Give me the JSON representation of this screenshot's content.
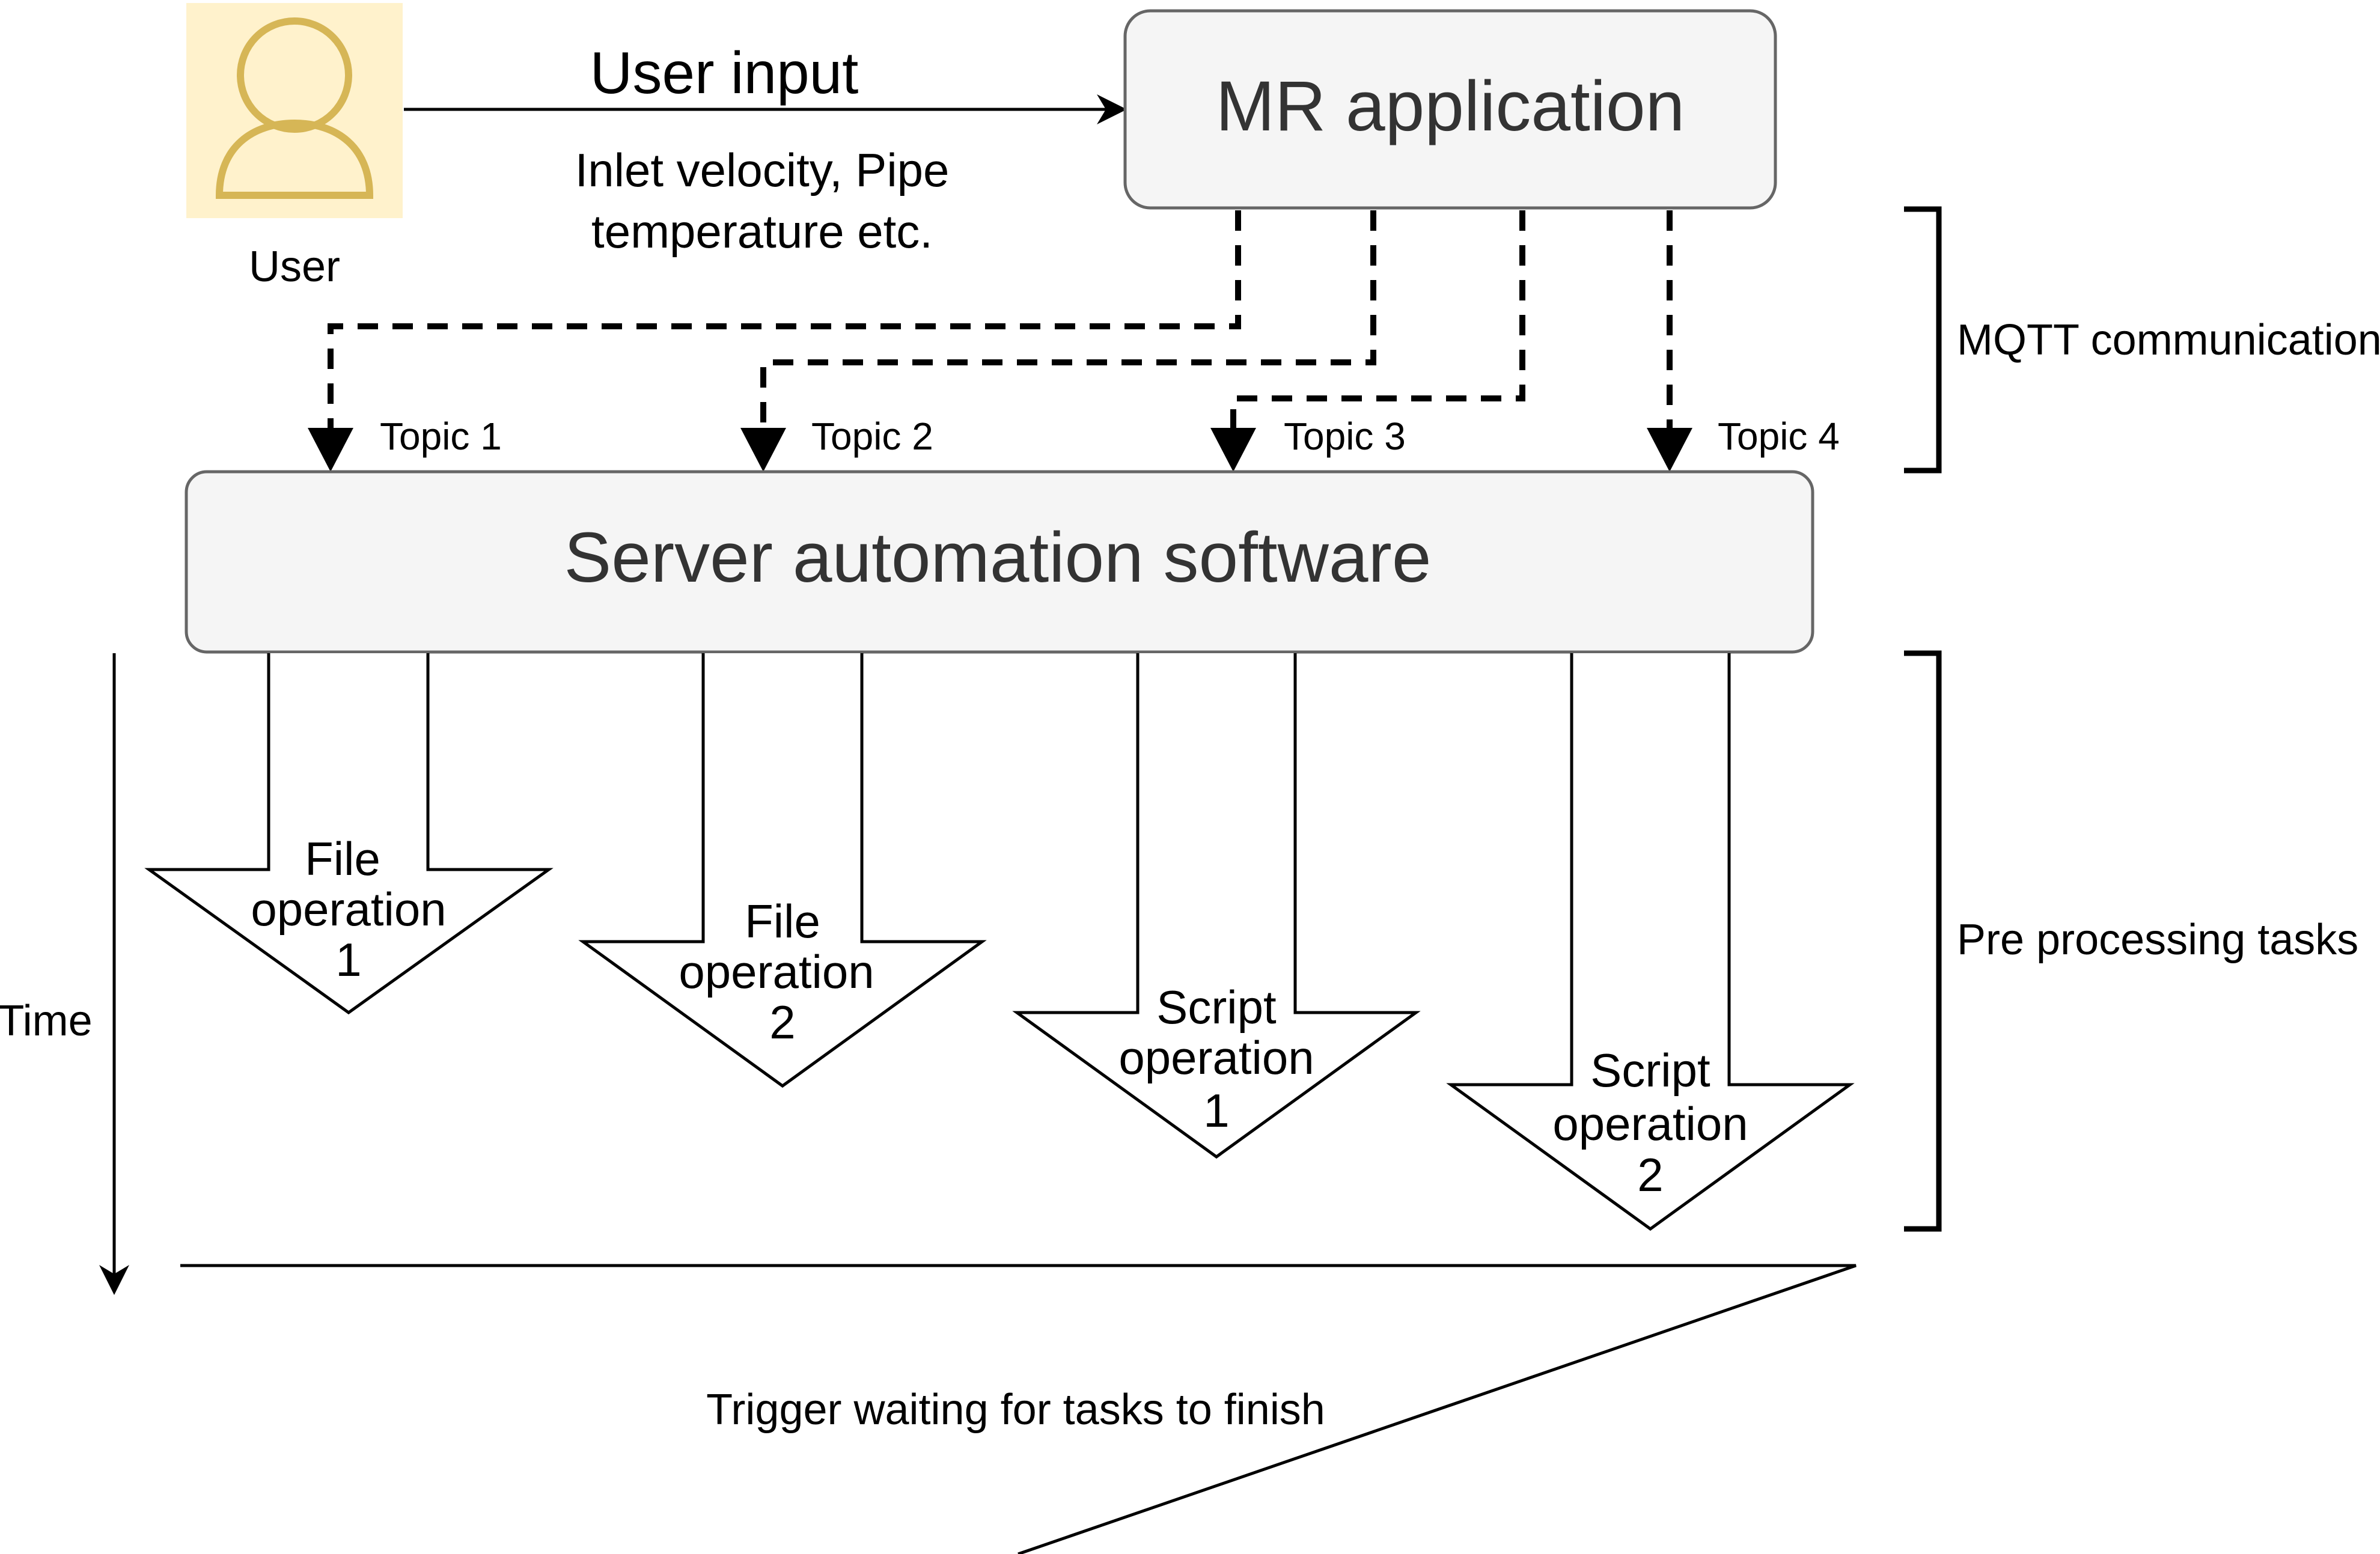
{
  "user": {
    "label": "User",
    "icon": "user-icon",
    "icon_color": "#d6b656",
    "icon_bg": "#fff2cc"
  },
  "user_input": {
    "title": "User input",
    "detail_line1": "Inlet velocity, Pipe",
    "detail_line2": "temperature etc."
  },
  "mr_app": {
    "label": "MR application",
    "fill": "#f5f5f5",
    "stroke": "#666666"
  },
  "server": {
    "label": "Server automation software",
    "fill": "#f5f5f5",
    "stroke": "#666666"
  },
  "topics": [
    {
      "label": "Topic 1"
    },
    {
      "label": "Topic 2"
    },
    {
      "label": "Topic 3"
    },
    {
      "label": "Topic 4"
    }
  ],
  "tasks": [
    {
      "lines": [
        "File",
        "operation",
        "1"
      ]
    },
    {
      "lines": [
        "File",
        "operation",
        "2"
      ]
    },
    {
      "lines": [
        "Script",
        "operation",
        "1"
      ]
    },
    {
      "lines": [
        "Script",
        "operation",
        "2"
      ]
    }
  ],
  "brackets": {
    "mqtt": "MQTT communication",
    "pre": "Pre processing tasks"
  },
  "time_label": "Time",
  "trigger_label": "Trigger waiting for tasks to finish"
}
